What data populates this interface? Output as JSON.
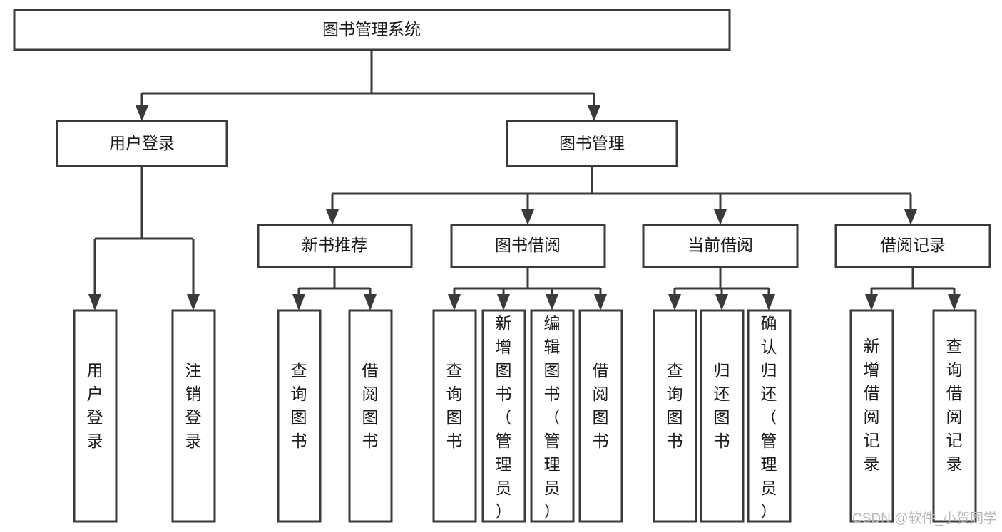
{
  "diagram": {
    "type": "tree-hierarchy-chart",
    "title": "图书管理系统",
    "accent_color": "#3a3a3a",
    "background_color": "#ffffff",
    "levels": [
      {
        "level": 1,
        "nodes": [
          {
            "id": "root",
            "label": "图书管理系统",
            "orientation": "horizontal"
          }
        ]
      },
      {
        "level": 2,
        "nodes": [
          {
            "id": "user-login",
            "label": "用户登录",
            "orientation": "horizontal",
            "parent": "root"
          },
          {
            "id": "book-manage",
            "label": "图书管理",
            "orientation": "horizontal",
            "parent": "root"
          }
        ]
      },
      {
        "level": 3,
        "nodes": [
          {
            "id": "new-book-rec",
            "label": "新书推荐",
            "orientation": "horizontal",
            "parent": "book-manage"
          },
          {
            "id": "book-borrow",
            "label": "图书借阅",
            "orientation": "horizontal",
            "parent": "book-manage"
          },
          {
            "id": "current-borrow",
            "label": "当前借阅",
            "orientation": "horizontal",
            "parent": "book-manage"
          },
          {
            "id": "borrow-record",
            "label": "借阅记录",
            "orientation": "horizontal",
            "parent": "book-manage"
          }
        ]
      },
      {
        "level": 4,
        "nodes": [
          {
            "id": "leaf-user-login",
            "label": "用户登录",
            "orientation": "vertical",
            "parent": "user-login"
          },
          {
            "id": "leaf-logout",
            "label": "注销登录",
            "orientation": "vertical",
            "parent": "user-login"
          },
          {
            "id": "leaf-query-book-1",
            "label": "查询图书",
            "orientation": "vertical",
            "parent": "new-book-rec"
          },
          {
            "id": "leaf-borrow-book-1",
            "label": "借阅图书",
            "orientation": "vertical",
            "parent": "new-book-rec"
          },
          {
            "id": "leaf-query-book-2",
            "label": "查询图书",
            "orientation": "vertical",
            "parent": "book-borrow"
          },
          {
            "id": "leaf-add-book",
            "label": "新增图书（管理员）",
            "orientation": "vertical",
            "parent": "book-borrow"
          },
          {
            "id": "leaf-edit-book",
            "label": "编辑图书（管理员）",
            "orientation": "vertical",
            "parent": "book-borrow"
          },
          {
            "id": "leaf-borrow-book-2",
            "label": "借阅图书",
            "orientation": "vertical",
            "parent": "book-borrow"
          },
          {
            "id": "leaf-query-book-3",
            "label": "查询图书",
            "orientation": "vertical",
            "parent": "current-borrow"
          },
          {
            "id": "leaf-return-book",
            "label": "归还图书",
            "orientation": "vertical",
            "parent": "current-borrow"
          },
          {
            "id": "leaf-confirm-return",
            "label": "确认归还（管理员）",
            "orientation": "vertical",
            "parent": "current-borrow"
          },
          {
            "id": "leaf-add-record",
            "label": "新增借阅记录",
            "orientation": "vertical",
            "parent": "borrow-record"
          },
          {
            "id": "leaf-query-record",
            "label": "查询借阅记录",
            "orientation": "vertical",
            "parent": "borrow-record"
          }
        ]
      }
    ]
  },
  "watermark": {
    "text": "CSDN @软件_小贺同学"
  }
}
